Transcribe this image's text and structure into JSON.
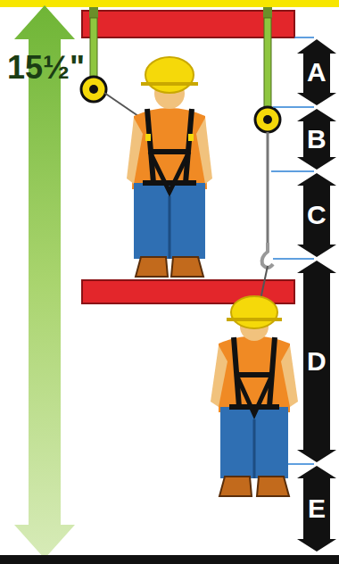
{
  "diagram": {
    "labels": [
      "15½\"",
      "A",
      "B",
      "C",
      "D",
      "E"
    ]
  }
}
